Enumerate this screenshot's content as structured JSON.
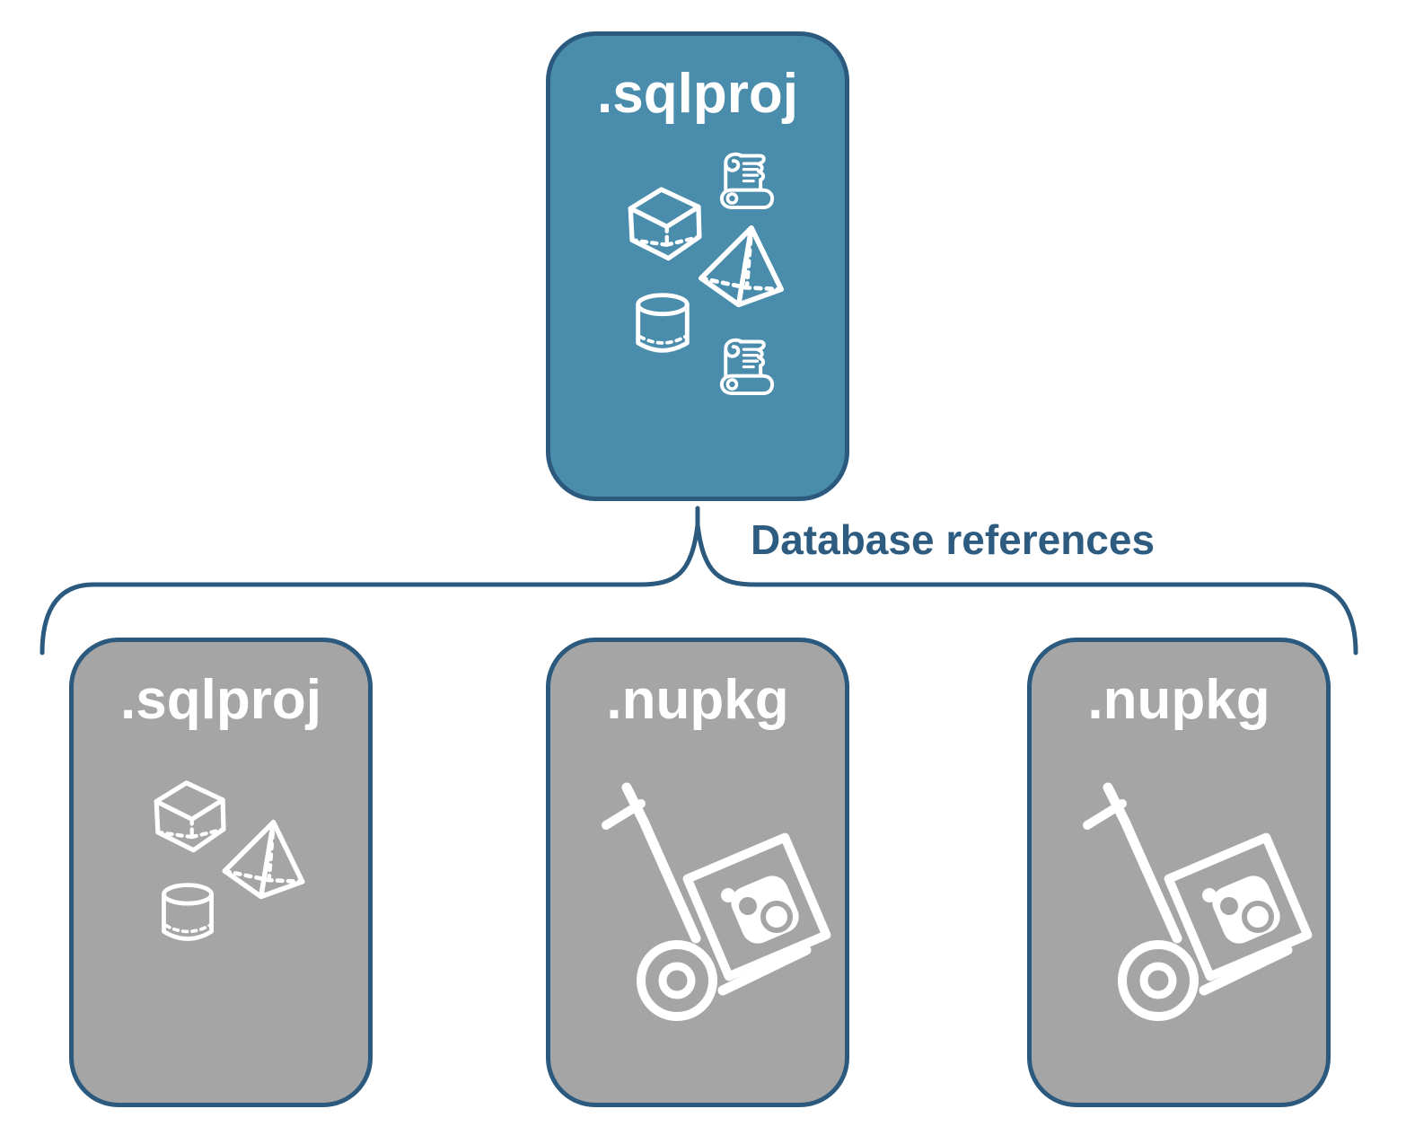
{
  "diagram": {
    "root": {
      "label": ".sqlproj",
      "icon_set": [
        "script-scroll",
        "cube",
        "pyramid",
        "cylinder",
        "script-scroll"
      ]
    },
    "connector": {
      "label": "Database references"
    },
    "children": [
      {
        "label": ".sqlproj",
        "icon_set": [
          "cube",
          "pyramid",
          "cylinder"
        ]
      },
      {
        "label": ".nupkg",
        "icon_set": [
          "package-dolly"
        ]
      },
      {
        "label": ".nupkg",
        "icon_set": [
          "package-dolly"
        ]
      }
    ],
    "colors": {
      "root_fill": "#4a8cab",
      "child_fill": "#a5a5a5",
      "outline": "#2b5a7e",
      "connector_text": "#2d5c80",
      "icon_stroke": "#ffffff",
      "background": "#ffffff"
    }
  }
}
